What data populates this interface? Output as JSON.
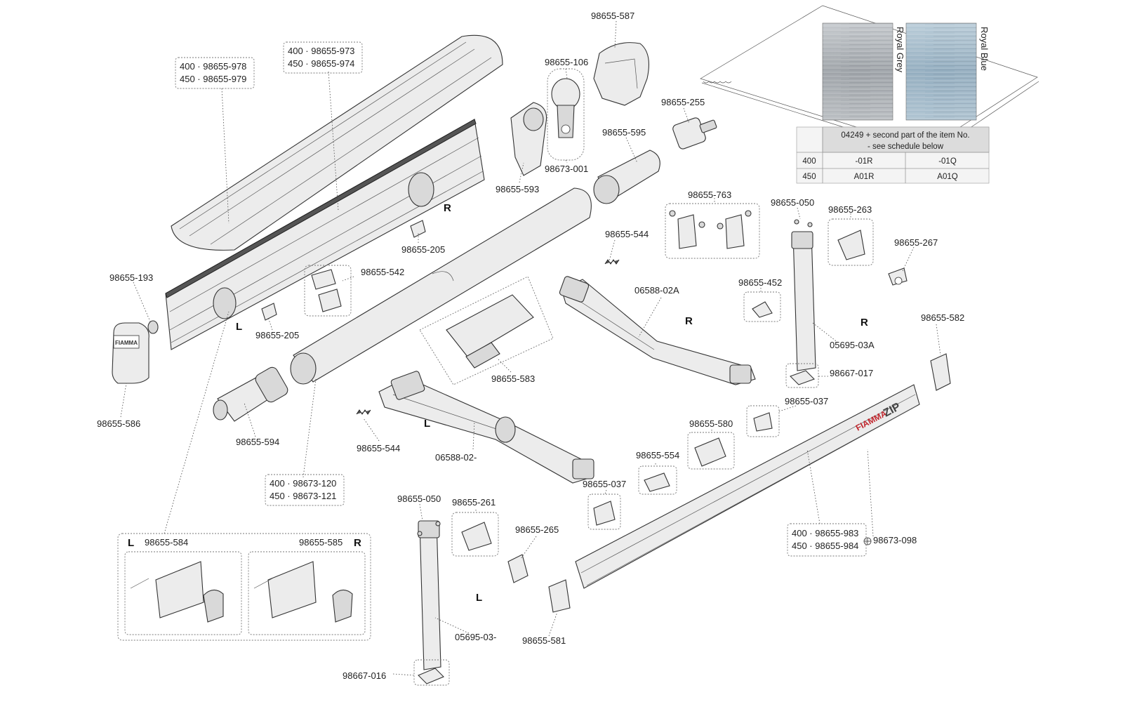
{
  "labels": {
    "l_978": [
      "400 · 98655-978",
      "450 · 98655-979"
    ],
    "l_973": [
      "400 · 98655-973",
      "450 · 98655-974"
    ],
    "l_587": "98655-587",
    "l_106": "98655-106",
    "l_001": "98673-001",
    "l_593": "98655-593",
    "l_595": "98655-595",
    "l_255": "98655-255",
    "l_205a": "98655-205",
    "l_205b": "98655-205",
    "l_193": "98655-193",
    "l_542": "98655-542",
    "l_586": "98655-586",
    "l_594": "98655-594",
    "l_120": [
      "400 · 98673-120",
      "450 · 98673-121"
    ],
    "l_583": "98655-583",
    "l_544a": "98655-544",
    "l_544b": "98655-544",
    "l_02a": "06588-02A",
    "l_02": "06588-02-",
    "l_763": "98655-763",
    "l_050a": "98655-050",
    "l_050b": "98655-050",
    "l_263": "98655-263",
    "l_267": "98655-267",
    "l_452": "98655-452",
    "l_03a": "05695-03A",
    "l_03": "05695-03-",
    "l_017": "98667-017",
    "l_016": "98667-016",
    "l_582": "98655-582",
    "l_037a": "98655-037",
    "l_037b": "98655-037",
    "l_580": "98655-580",
    "l_554": "98655-554",
    "l_261": "98655-261",
    "l_265": "98655-265",
    "l_581": "98655-581",
    "l_983": [
      "400 · 98655-983",
      "450 · 98655-984"
    ],
    "l_098": "98673-098",
    "l_584": "98655-584",
    "l_585": "98655-585"
  },
  "sides": {
    "r_top": "R",
    "l_mid": "L",
    "r_arm": "R",
    "r_leg": "R",
    "l_arm": "L",
    "l_leg": "L",
    "l_box": "L",
    "r_box": "R"
  },
  "fabric": {
    "swatch_grey": "Royal Grey",
    "swatch_blue": "Royal Blue",
    "note_line1": "04249 + second part of the item No.",
    "note_line2": "- see schedule below",
    "rows": [
      {
        "size": "400",
        "grey": "-01R",
        "blue": "-01Q"
      },
      {
        "size": "450",
        "grey": "A01R",
        "blue": "A01Q"
      }
    ]
  },
  "brand": {
    "logo_text": "FIAMMA",
    "logo_suffix": "ZIP",
    "housing_logo": "FIAMMA"
  },
  "colors": {
    "grey_swatch": "#a9aeb3",
    "blue_swatch": "#9fb8c8",
    "logo_red": "#c0262d"
  }
}
